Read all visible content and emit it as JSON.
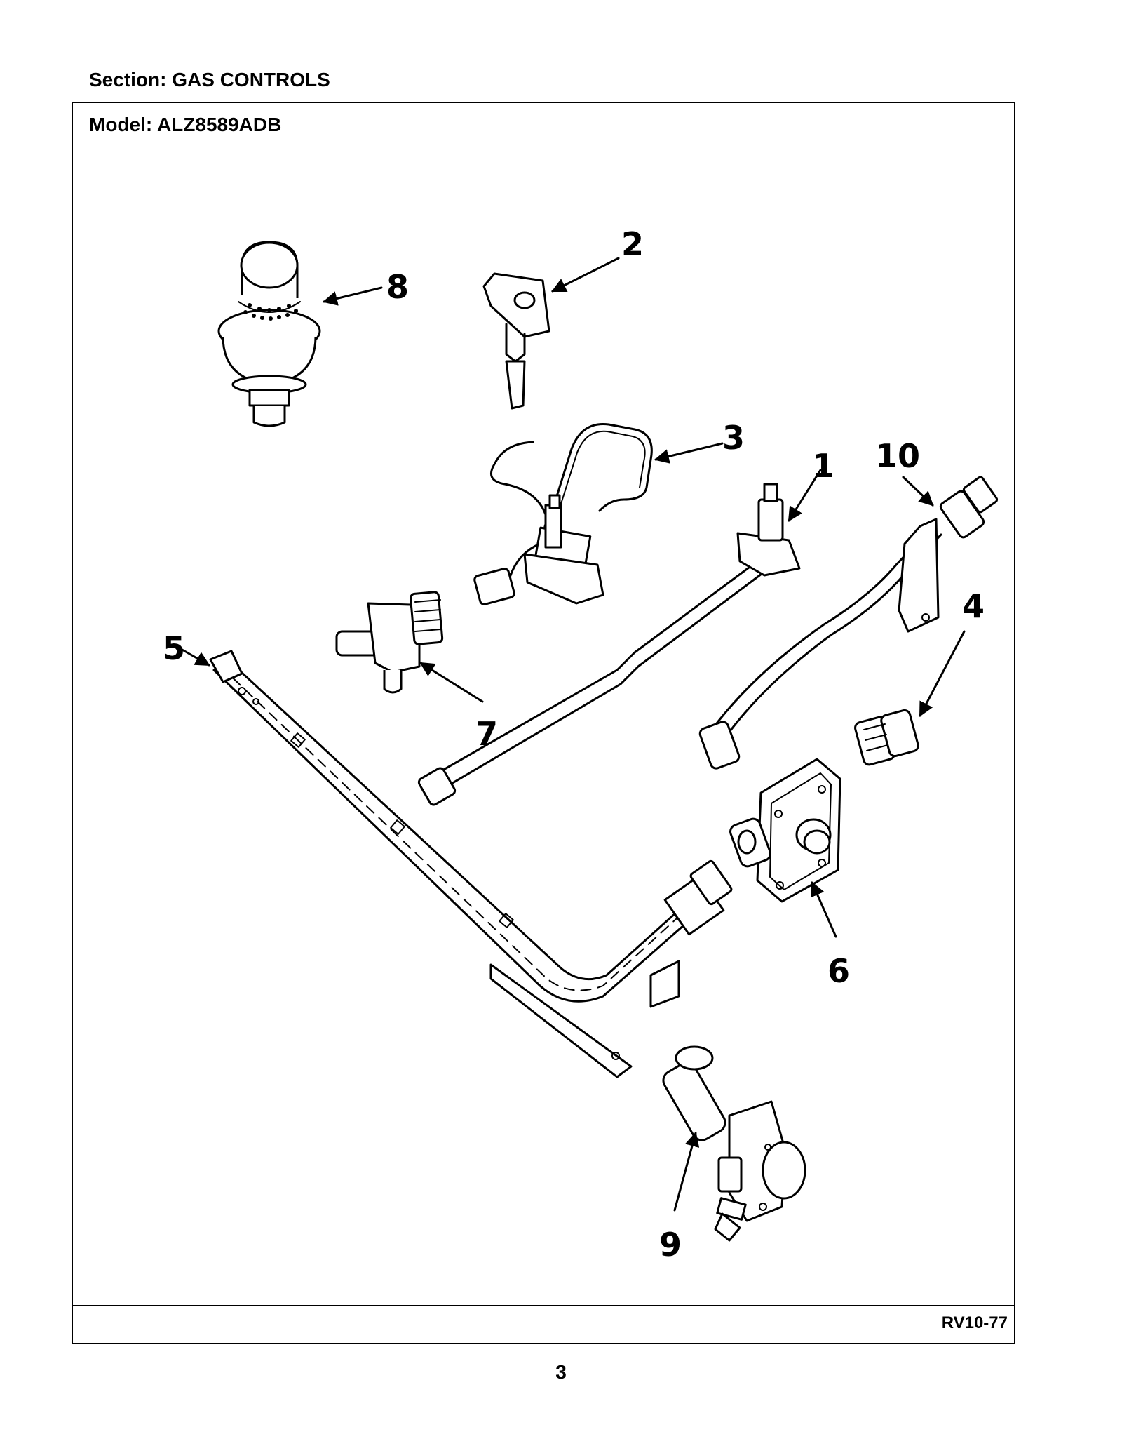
{
  "header": {
    "section_label": "Section:  GAS CONTROLS",
    "model_label": "Model:  ALZ8589ADB"
  },
  "footer": {
    "revision_code": "RV10-77",
    "page_number": "3"
  },
  "callouts": {
    "c1": "1",
    "c2": "2",
    "c3": "3",
    "c4": "4",
    "c5": "5",
    "c6": "6",
    "c7": "7",
    "c8": "8",
    "c9": "9",
    "c10": "10"
  }
}
